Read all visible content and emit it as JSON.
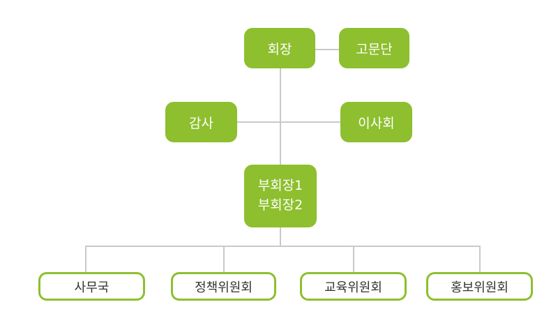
{
  "colors": {
    "accent": "#8dbf2e",
    "connector": "#c9c9c9",
    "outline_text": "#333333",
    "filled_text": "#ffffff"
  },
  "chart": {
    "president": "회장",
    "advisory_board": "고문단",
    "auditor": "감사",
    "board_of_directors": "이사회",
    "vice_presidents": [
      "부회장1",
      "부회장2"
    ],
    "departments": [
      "사무국",
      "정책위원회",
      "교육위원회",
      "홍보위원회"
    ]
  }
}
